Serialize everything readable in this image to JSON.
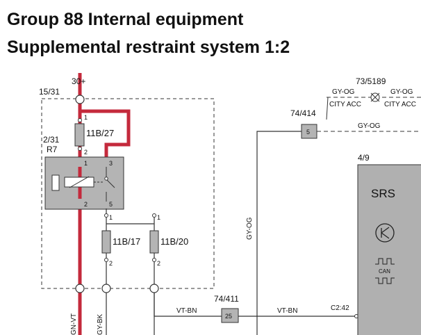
{
  "header": {
    "title_line1": "Group 88 Internal equipment",
    "title_line2": "Supplemental restraint system 1:2"
  },
  "diagram": {
    "supply_30": "30+",
    "supply_15": "15/31",
    "relay_ref": "2/31",
    "relay_name": "R7",
    "fuse_top": "11B/27",
    "fuse_left": "11B/17",
    "fuse_right": "11B/20",
    "pin_1": "1",
    "pin_2": "2",
    "pin_3": "3",
    "pin_5": "5",
    "connector_73": "73/5189",
    "wire_gy_og_a": "GY-OG",
    "wire_gy_og_b": "GY-OG",
    "city_acc_a": "CITY ACC",
    "city_acc_b": "CITY ACC",
    "connector_74_414": "74/414",
    "box_5": "5",
    "wire_gy_og_c": "GY-OG",
    "connector_49": "4/9",
    "module_name": "SRS",
    "can_label": "CAN",
    "wire_gy_og_vertical": "GY-OG",
    "connector_74_411": "74/411",
    "box_25": "25",
    "wire_vt_bn_a": "VT-BN",
    "wire_vt_bn_b": "VT-BN",
    "pin_c2_42": "C2:42",
    "wire_gn_vt": "GN-VT",
    "wire_gy_bk": "GY-BK"
  },
  "colors": {
    "highlight_wire": "#c42a3c",
    "module_fill": "#b0b0b0",
    "relay_fill": "#b4b4b4"
  }
}
